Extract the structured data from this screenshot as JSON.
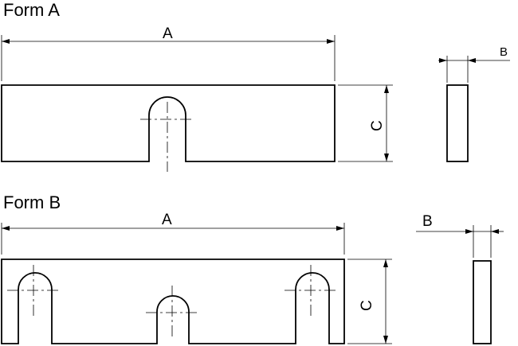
{
  "form_a": {
    "title": "Form A",
    "dim_length": "A",
    "dim_height": "C",
    "dim_thickness": "B"
  },
  "form_b": {
    "title": "Form B",
    "dim_length": "A",
    "dim_height": "C",
    "dim_thickness": "B"
  }
}
